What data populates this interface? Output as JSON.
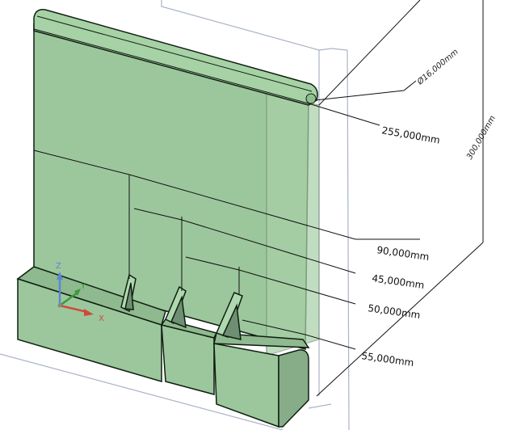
{
  "colors": {
    "face": "#9cc79c",
    "face_dark": "#7aa57c",
    "shadow": "#6f8f72",
    "edge": "#0f1f10",
    "frame": "#aab4c4"
  },
  "dimensions": {
    "diameter": "Ø16,000mm",
    "width": "255,000mm",
    "height": "300,000mm",
    "d1": "90,000mm",
    "d2": "45,000mm",
    "d3": "50,000mm",
    "d4": "55,000mm"
  },
  "axes": {
    "x": "X",
    "y": "Y",
    "z": "Z"
  }
}
